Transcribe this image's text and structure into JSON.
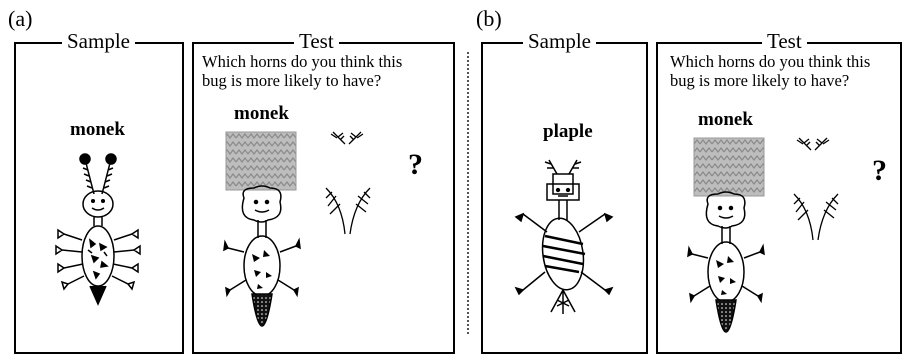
{
  "panels": [
    {
      "label": "(a)",
      "sample": {
        "title": "Sample",
        "bug_name": "monek"
      },
      "test": {
        "title": "Test",
        "question": "Which horns do you think this\nbug is more likely to have?",
        "bug_name": "monek",
        "answer_mark": "?"
      }
    },
    {
      "label": "(b)",
      "sample": {
        "title": "Sample",
        "bug_name": "plaple"
      },
      "test": {
        "title": "Test",
        "question": "Which horns do you think this\nbug is more likely to have?",
        "bug_name": "monek",
        "answer_mark": "?"
      }
    }
  ],
  "icons": [
    "bug-figure",
    "short-horns-icon",
    "long-horns-icon",
    "hidden-horns-patch"
  ],
  "colors": {
    "patch": "#bdbdbd",
    "ink": "#000000",
    "divider": "#555555"
  }
}
